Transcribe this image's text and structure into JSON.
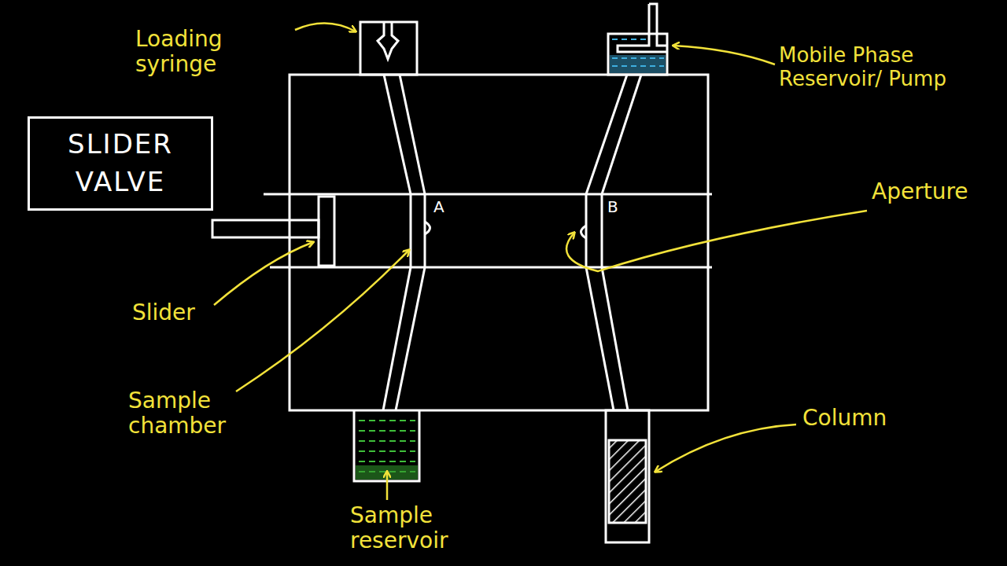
{
  "diagram": {
    "nodes": [
      {
        "text": [
          "SLIDER VALVE"
        ]
      }
    ],
    "labels": [
      "Loading syringe",
      "Mobile Phase Reservoir/ Pump",
      "Aperture",
      "Slider",
      "Sample chamber",
      "Column",
      "Sample reservoir",
      "A",
      "B"
    ]
  }
}
